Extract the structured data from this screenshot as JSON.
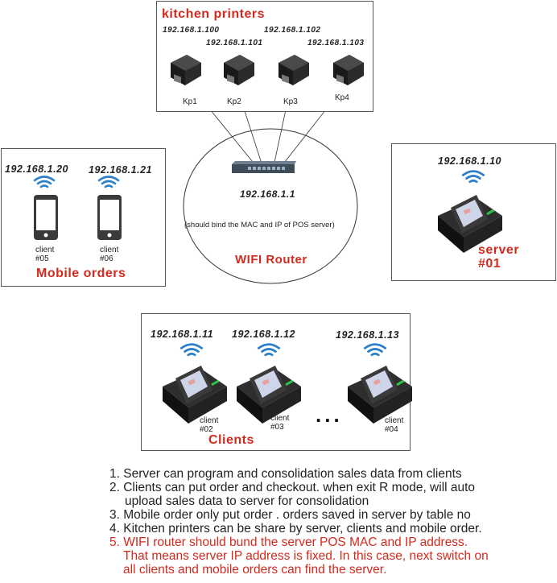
{
  "kitchen": {
    "title": "kitchen printers",
    "printers": [
      {
        "ip": "192.168.1.100",
        "label": "Kp1"
      },
      {
        "ip": "192.168.1.101",
        "label": "Kp2"
      },
      {
        "ip": "192.168.1.102",
        "label": "Kp3"
      },
      {
        "ip": "192.168.1.103",
        "label": "Kp4"
      }
    ]
  },
  "router": {
    "ip": "192.168.1.1",
    "note": "(should  bind the MAC and IP of POS server)",
    "title": "WIFI Router"
  },
  "mobile": {
    "title": "Mobile orders",
    "devices": [
      {
        "ip": "192.168.1.20",
        "client": "client",
        "num": "#05"
      },
      {
        "ip": "192.168.1.21",
        "client": "client",
        "num": "#06"
      }
    ]
  },
  "server": {
    "ip": "192.168.1.10",
    "title": "server",
    "num": "#01"
  },
  "clients": {
    "title": "Clients",
    "ellipsis": "...",
    "items": [
      {
        "ip": "192.168.1.11",
        "client": "client",
        "num": "#02"
      },
      {
        "ip": "192.168.1.12",
        "client": "client",
        "num": "#03"
      },
      {
        "ip": "192.168.1.13",
        "client": "client",
        "num": "#04"
      }
    ]
  },
  "notes": {
    "n1": "1. Server can program and consolidation sales data from clients",
    "n2a": "2. Clients can put order and checkout. when exit R mode, will auto",
    "n2b": "upload sales data to server for consolidation",
    "n3": "3. Mobile order only put order . orders saved in server by table no",
    "n4": "4. Kitchen printers can be share by server, clients and mobile order.",
    "n5a": "5. WIFI router should bund the server POS MAC and IP address.",
    "n5b": "That means server IP address is fixed. In this case, next switch on",
    "n5c": "all clients and mobile orders can find the server."
  },
  "colors": {
    "accent_red": "#d32a1e",
    "wifi_blue": "#2a7fc8"
  }
}
